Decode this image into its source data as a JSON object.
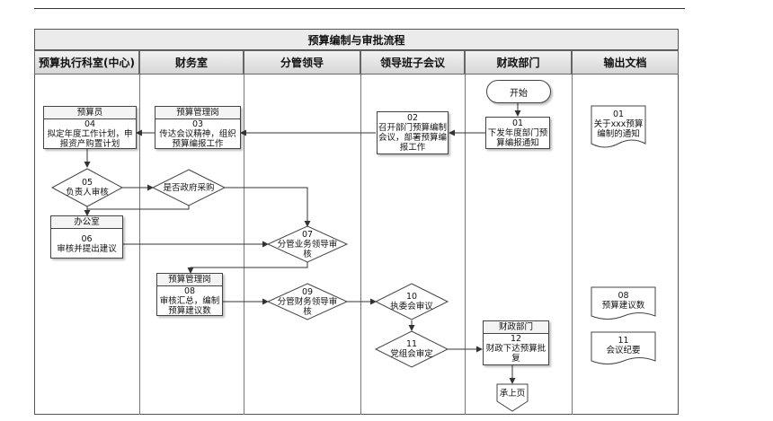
{
  "title": "预算编制与审批流程",
  "lanes": [
    "预算执行科室(中心)",
    "财务室",
    "分管领导",
    "领导班子会议",
    "财政部门",
    "输出文档"
  ],
  "nodes": {
    "start": "开始",
    "n01": {
      "num": "01",
      "text": "下发年度部门预算编报通知"
    },
    "n02": {
      "num": "02",
      "text": "召开部门预算编制会议，部署预算编报工作"
    },
    "n03": {
      "hdr": "预算管理岗",
      "num": "03",
      "text": "传达会议精神，组织预算编报工作"
    },
    "n04": {
      "hdr": "预算员",
      "num": "04",
      "text": "拟定年度工作计划，申报资产购置计划"
    },
    "n05": {
      "num": "05",
      "text": "负责人审核"
    },
    "purchase": "是否政府采购",
    "n06": {
      "hdr": "办公室",
      "num": "06",
      "text": "审核并提出建议"
    },
    "n07": {
      "num": "07",
      "text": "分管业务领导审核"
    },
    "n08": {
      "hdr": "预算管理岗",
      "num": "08",
      "text": "审核汇总，编制预算建议数"
    },
    "n09": {
      "num": "09",
      "text": "分管财务领导审核"
    },
    "n10": {
      "num": "10",
      "text": "执委会审议"
    },
    "n11": {
      "num": "11",
      "text": "党组会审定"
    },
    "n12": {
      "hdr": "财政部门",
      "num": "12",
      "text": "财政下达预算批复"
    },
    "end": "承上页"
  },
  "docs": {
    "d01": {
      "num": "01",
      "text": "关于xxx预算编制的通知"
    },
    "d08": {
      "num": "08",
      "text": "预算建议数"
    },
    "d11": {
      "num": "11",
      "text": "会议纪要"
    }
  }
}
